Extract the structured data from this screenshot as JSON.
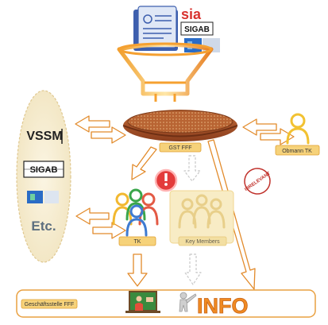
{
  "logos": {
    "sia": "sia",
    "sigab": "SIGAB",
    "vssm": "VSSM",
    "etc": "Etc."
  },
  "nodes": {
    "gst": "GST FFF",
    "obmann": "Obmann TK",
    "tk": "TK",
    "key_members": "Key Members",
    "geschaeftsstelle": "Geschäftsstelle FFF",
    "info": "INFO"
  },
  "stamp": {
    "text": "IRRELEVANT"
  },
  "colors": {
    "orange": "#f5a030",
    "orange_dark": "#d97a1c",
    "label_fill": "#f6d27a",
    "label_border": "#e0a030",
    "sieve": "#b75a2d",
    "oval": "#f7eed3",
    "arrow_fill": "#ffffff",
    "arrow_stroke": "#e28a2a",
    "info": "#f08a22"
  }
}
